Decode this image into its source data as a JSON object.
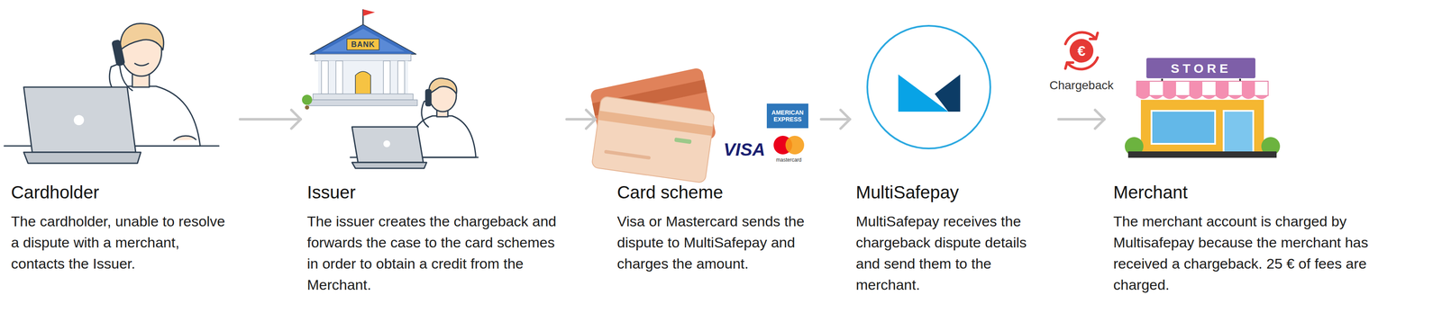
{
  "diagram": {
    "nodes": [
      {
        "text": [
          "Cardholder",
          "The cardholder, unable to resolve a dispute with a merchant, contacts the Issuer."
        ]
      },
      {
        "text": [
          "Issuer",
          "The issuer creates the chargeback and forwards the case to the card schemes in order to obtain a credit from the Merchant."
        ]
      },
      {
        "text": [
          "Card scheme",
          "Visa or Mastercard sends the dispute to MultiSafepay and charges the amount."
        ]
      },
      {
        "text": [
          "MultiSafepay",
          "MultiSafepay receives the chargeback dispute details and send them to the merchant."
        ]
      },
      {
        "text": [
          "Merchant",
          "The merchant account is charged by Multisafepay because the merchant has received a chargeback. 25 € of fees are charged."
        ]
      }
    ],
    "edges": [
      {
        "from": 0,
        "to": 1,
        "arrow": "to"
      },
      {
        "from": 1,
        "to": 2,
        "arrow": "to"
      },
      {
        "from": 2,
        "to": 3,
        "arrow": "to"
      },
      {
        "from": 3,
        "to": 4,
        "arrow": "to",
        "label": "Chargeback"
      }
    ],
    "labels": [
      "BANK",
      "AMERICAN EXPRESS",
      "VISA",
      "mastercard",
      "€",
      "STORE"
    ]
  }
}
